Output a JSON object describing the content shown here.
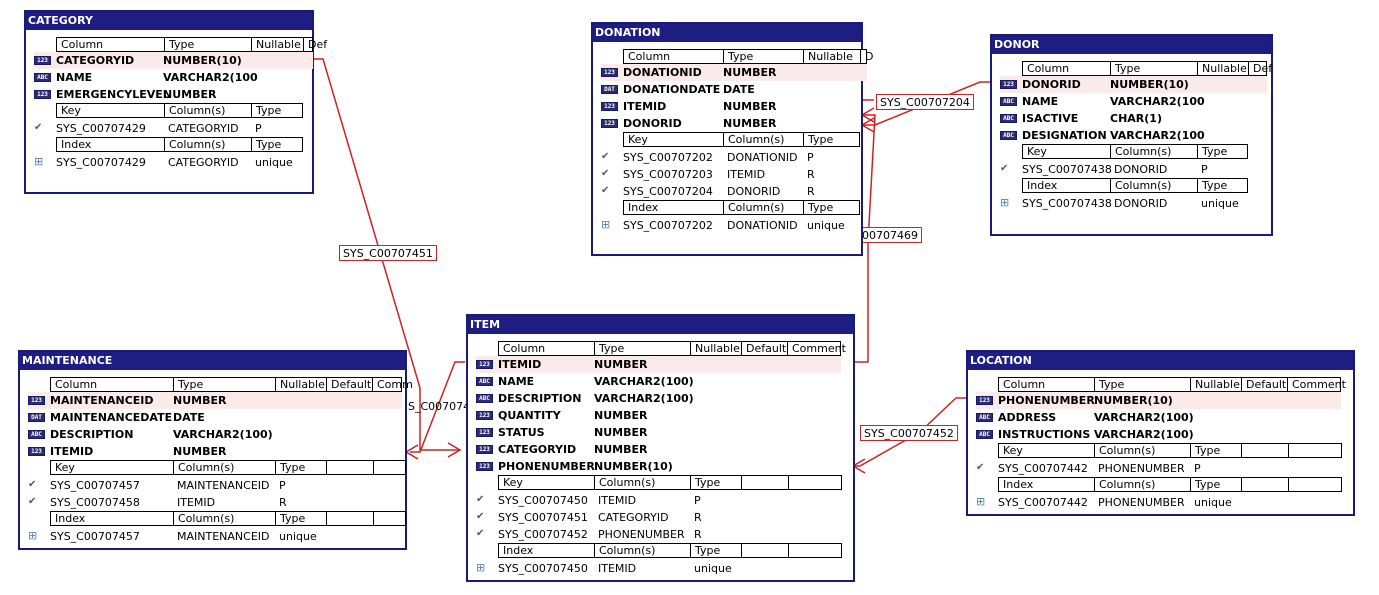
{
  "colors": {
    "title_bg": "#1e1e82",
    "border": "#1a1a78",
    "link": "#d42020",
    "pk_row": "#fbeaea"
  },
  "tables": {
    "category": {
      "title": "CATEGORY",
      "col_headers": [
        "Column",
        "Type",
        "Nullable",
        "Def"
      ],
      "columns": [
        {
          "icon": "123",
          "name": "CATEGORYID",
          "type": "NUMBER(10)"
        },
        {
          "icon": "ABC",
          "name": "NAME",
          "type": "VARCHAR2(100"
        },
        {
          "icon": "123",
          "name": "EMERGENCYLEVEL",
          "type": "NUMBER"
        }
      ],
      "key_headers": [
        "Key",
        "Column(s)",
        "Type"
      ],
      "keys": [
        {
          "name": "SYS_C00707429",
          "cols": "CATEGORYID",
          "type": "P"
        }
      ],
      "idx_headers": [
        "Index",
        "Column(s)",
        "Type"
      ],
      "indexes": [
        {
          "name": "SYS_C00707429",
          "cols": "CATEGORYID",
          "type": "unique"
        }
      ]
    },
    "donation": {
      "title": "DONATION",
      "col_headers": [
        "Column",
        "Type",
        "Nullable",
        "D"
      ],
      "columns": [
        {
          "icon": "123",
          "name": "DONATIONID",
          "type": "NUMBER"
        },
        {
          "icon": "DAT",
          "name": "DONATIONDATE",
          "type": "DATE"
        },
        {
          "icon": "123",
          "name": "ITEMID",
          "type": "NUMBER"
        },
        {
          "icon": "123",
          "name": "DONORID",
          "type": "NUMBER"
        }
      ],
      "key_headers": [
        "Key",
        "Column(s)",
        "Type"
      ],
      "keys": [
        {
          "name": "SYS_C00707202",
          "cols": "DONATIONID",
          "type": "P"
        },
        {
          "name": "SYS_C00707203",
          "cols": "ITEMID",
          "type": "R"
        },
        {
          "name": "SYS_C00707204",
          "cols": "DONORID",
          "type": "R"
        }
      ],
      "idx_headers": [
        "Index",
        "Column(s)",
        "Type"
      ],
      "indexes": [
        {
          "name": "SYS_C00707202",
          "cols": "DONATIONID",
          "type": "unique"
        }
      ]
    },
    "donor": {
      "title": "DONOR",
      "col_headers": [
        "Column",
        "Type",
        "Nullable",
        "Def"
      ],
      "columns": [
        {
          "icon": "123",
          "name": "DONORID",
          "type": "NUMBER(10)"
        },
        {
          "icon": "ABC",
          "name": "NAME",
          "type": "VARCHAR2(100"
        },
        {
          "icon": "ABC",
          "name": "ISACTIVE",
          "type": "CHAR(1)"
        },
        {
          "icon": "ABC",
          "name": "DESIGNATION",
          "type": "VARCHAR2(100"
        }
      ],
      "key_headers": [
        "Key",
        "Column(s)",
        "Type"
      ],
      "keys": [
        {
          "name": "SYS_C00707438",
          "cols": "DONORID",
          "type": "P"
        }
      ],
      "idx_headers": [
        "Index",
        "Column(s)",
        "Type"
      ],
      "indexes": [
        {
          "name": "SYS_C00707438",
          "cols": "DONORID",
          "type": "unique"
        }
      ]
    },
    "maintenance": {
      "title": "MAINTENANCE",
      "col_headers": [
        "Column",
        "Type",
        "Nullable",
        "Default",
        "Comm"
      ],
      "columns": [
        {
          "icon": "123",
          "name": "MAINTENANCEID",
          "type": "NUMBER"
        },
        {
          "icon": "DAT",
          "name": "MAINTENANCEDATE",
          "type": "DATE"
        },
        {
          "icon": "ABC",
          "name": "DESCRIPTION",
          "type": "VARCHAR2(100)"
        },
        {
          "icon": "123",
          "name": "ITEMID",
          "type": "NUMBER"
        }
      ],
      "key_headers": [
        "Key",
        "Column(s)",
        "Type"
      ],
      "keys": [
        {
          "name": "SYS_C00707457",
          "cols": "MAINTENANCEID",
          "type": "P"
        },
        {
          "name": "SYS_C00707458",
          "cols": "ITEMID",
          "type": "R"
        }
      ],
      "idx_headers": [
        "Index",
        "Column(s)",
        "Type"
      ],
      "indexes": [
        {
          "name": "SYS_C00707457",
          "cols": "MAINTENANCEID",
          "type": "unique"
        }
      ]
    },
    "item": {
      "title": "ITEM",
      "col_headers": [
        "Column",
        "Type",
        "Nullable",
        "Default",
        "Comment"
      ],
      "columns": [
        {
          "icon": "123",
          "name": "ITEMID",
          "type": "NUMBER"
        },
        {
          "icon": "ABC",
          "name": "NAME",
          "type": "VARCHAR2(100)"
        },
        {
          "icon": "ABC",
          "name": "DESCRIPTION",
          "type": "VARCHAR2(100)"
        },
        {
          "icon": "123",
          "name": "QUANTITY",
          "type": "NUMBER"
        },
        {
          "icon": "123",
          "name": "STATUS",
          "type": "NUMBER"
        },
        {
          "icon": "123",
          "name": "CATEGORYID",
          "type": "NUMBER"
        },
        {
          "icon": "123",
          "name": "PHONENUMBER",
          "type": "NUMBER(10)"
        }
      ],
      "key_headers": [
        "Key",
        "Column(s)",
        "Type"
      ],
      "keys": [
        {
          "name": "SYS_C00707450",
          "cols": "ITEMID",
          "type": "P"
        },
        {
          "name": "SYS_C00707451",
          "cols": "CATEGORYID",
          "type": "R"
        },
        {
          "name": "SYS_C00707452",
          "cols": "PHONENUMBER",
          "type": "R"
        }
      ],
      "idx_headers": [
        "Index",
        "Column(s)",
        "Type"
      ],
      "indexes": [
        {
          "name": "SYS_C00707450",
          "cols": "ITEMID",
          "type": "unique"
        }
      ]
    },
    "location": {
      "title": "LOCATION",
      "col_headers": [
        "Column",
        "Type",
        "Nullable",
        "Default",
        "Comment"
      ],
      "columns": [
        {
          "icon": "123",
          "name": "PHONENUMBER",
          "type": "NUMBER(10)"
        },
        {
          "icon": "ABC",
          "name": "ADDRESS",
          "type": "VARCHAR2(100)"
        },
        {
          "icon": "ABC",
          "name": "INSTRUCTIONS",
          "type": "VARCHAR2(100)"
        }
      ],
      "key_headers": [
        "Key",
        "Column(s)",
        "Type"
      ],
      "keys": [
        {
          "name": "SYS_C00707442",
          "cols": "PHONENUMBER",
          "type": "P"
        }
      ],
      "idx_headers": [
        "Index",
        "Column(s)",
        "Type"
      ],
      "indexes": [
        {
          "name": "SYS_C00707442",
          "cols": "PHONENUMBER",
          "type": "unique"
        }
      ]
    }
  },
  "relation_labels": {
    "category_item": "SYS_C00707451",
    "donor_donation": "SYS_C00707204",
    "item_donation": "00707469",
    "item_location": "SYS_C00707452",
    "item_maintenance": "S_C007074"
  }
}
